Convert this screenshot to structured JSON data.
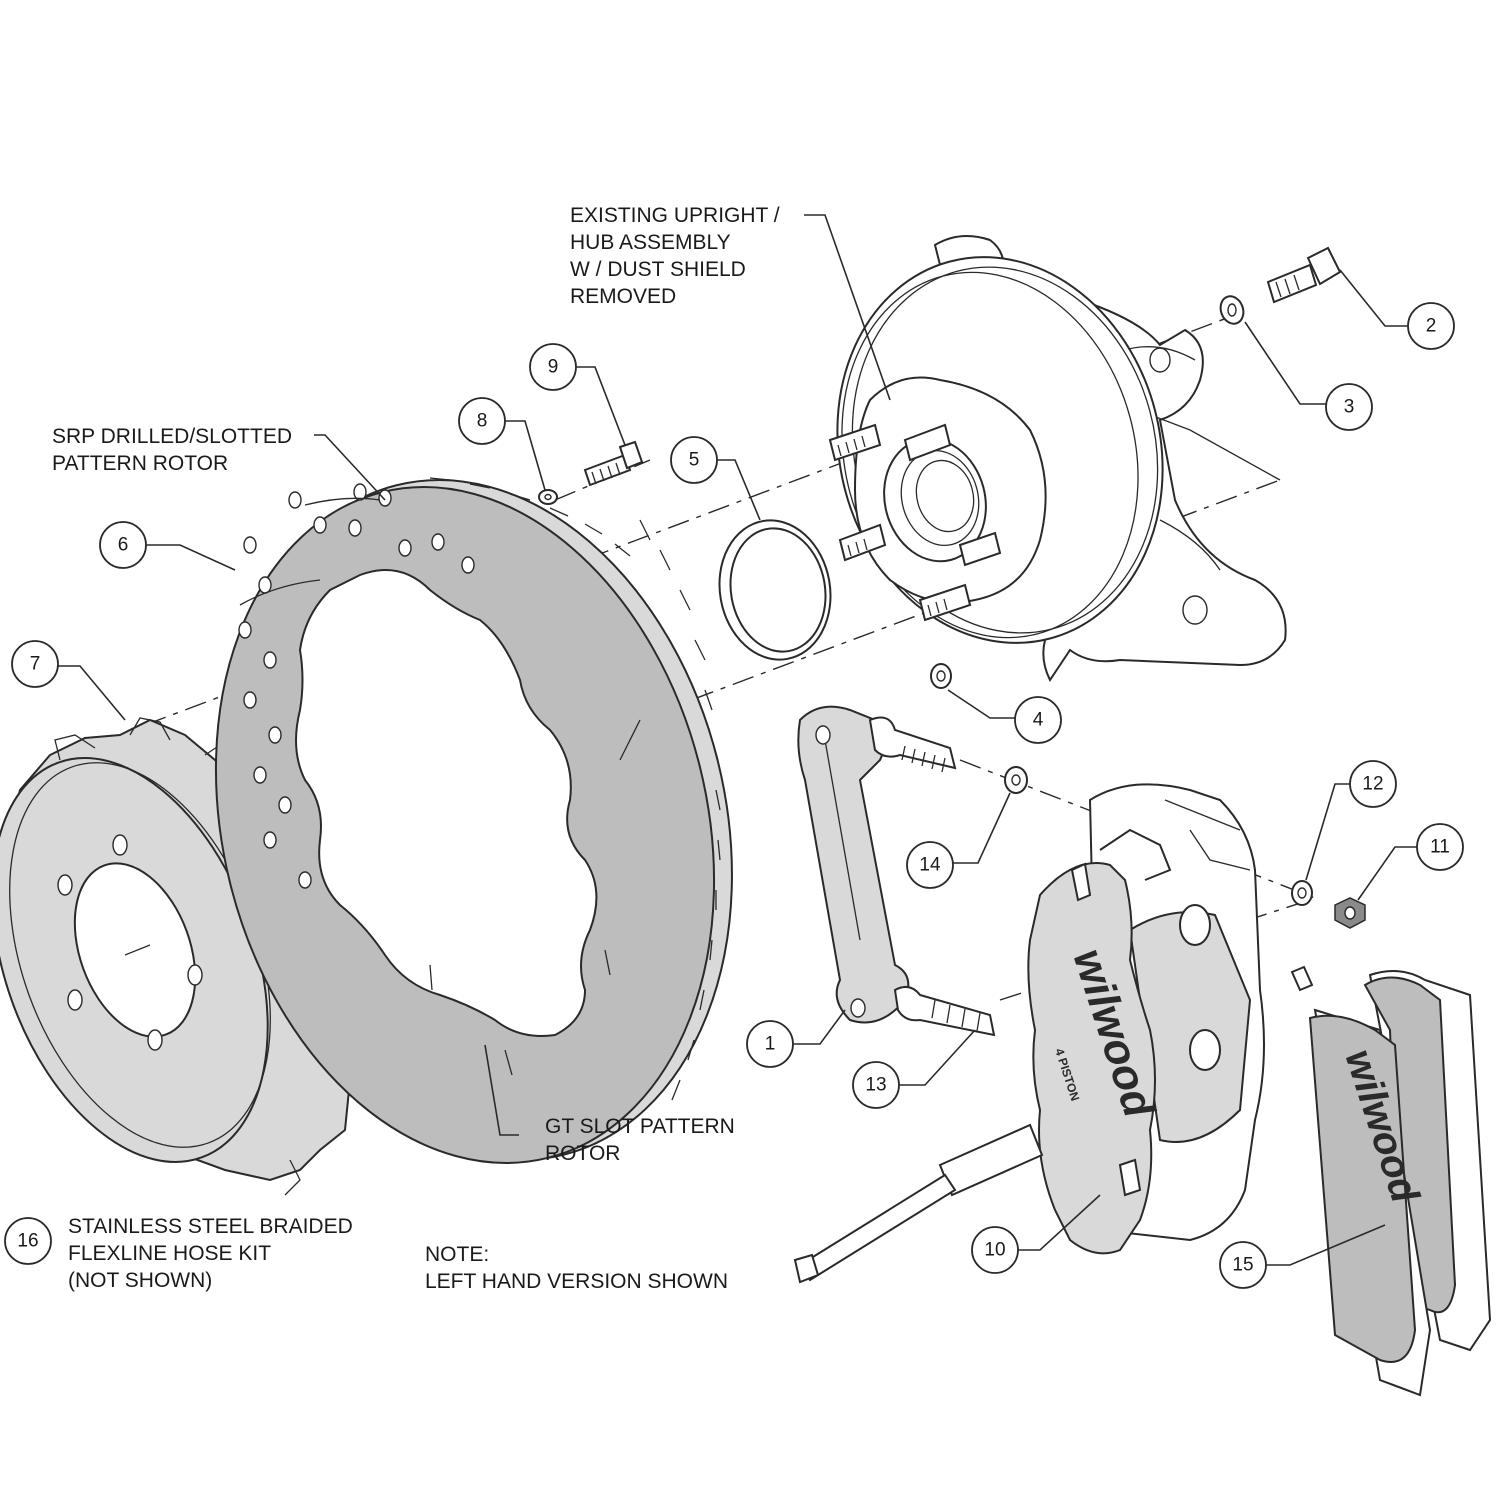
{
  "callouts": [
    {
      "id": "1",
      "label": "1"
    },
    {
      "id": "2",
      "label": "2"
    },
    {
      "id": "3",
      "label": "3"
    },
    {
      "id": "4",
      "label": "4"
    },
    {
      "id": "5",
      "label": "5"
    },
    {
      "id": "6",
      "label": "6"
    },
    {
      "id": "7",
      "label": "7"
    },
    {
      "id": "8",
      "label": "8"
    },
    {
      "id": "9",
      "label": "9"
    },
    {
      "id": "10",
      "label": "10"
    },
    {
      "id": "11",
      "label": "11"
    },
    {
      "id": "12",
      "label": "12"
    },
    {
      "id": "13",
      "label": "13"
    },
    {
      "id": "14",
      "label": "14"
    },
    {
      "id": "15",
      "label": "15"
    },
    {
      "id": "16",
      "label": "16"
    }
  ],
  "labels": {
    "upright": [
      "EXISTING UPRIGHT /",
      "HUB ASSEMBLY",
      "W / DUST SHIELD",
      "REMOVED"
    ],
    "srp_rotor": [
      "SRP DRILLED/SLOTTED",
      "PATTERN ROTOR"
    ],
    "gt_rotor": [
      "GT SLOT PATTERN",
      "ROTOR"
    ],
    "hose_kit": [
      "STAINLESS STEEL BRAIDED",
      "FLEXLINE HOSE KIT",
      "(NOT SHOWN)"
    ],
    "note": [
      "NOTE:",
      "LEFT HAND VERSION SHOWN"
    ]
  },
  "brand": {
    "caliper_logo": "wilwood",
    "caliper_sub": "4 PISTON",
    "pad_logo": "wilwood"
  }
}
